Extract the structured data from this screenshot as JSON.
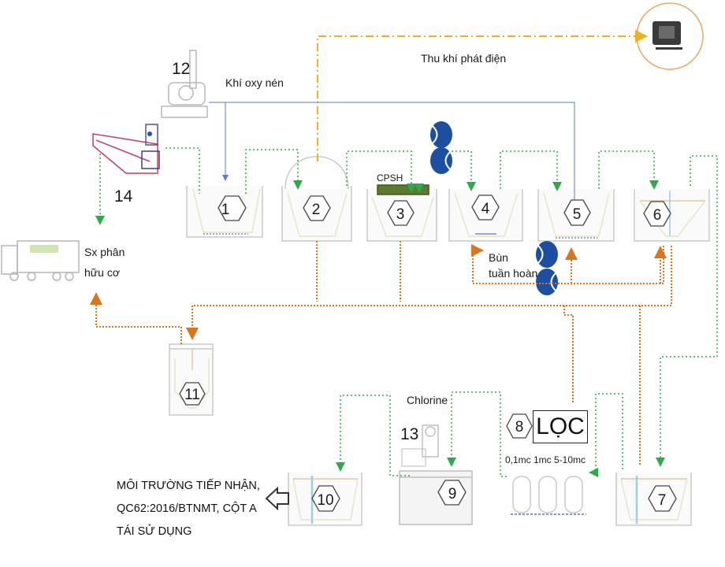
{
  "units": [
    {
      "id": "unit-1",
      "number": "1"
    },
    {
      "id": "unit-2",
      "number": "2"
    },
    {
      "id": "unit-3",
      "number": "3"
    },
    {
      "id": "unit-4",
      "number": "4"
    },
    {
      "id": "unit-5",
      "number": "5"
    },
    {
      "id": "unit-6",
      "number": "6"
    },
    {
      "id": "unit-7",
      "number": "7"
    },
    {
      "id": "unit-8",
      "number": "8"
    },
    {
      "id": "unit-9",
      "number": "9"
    },
    {
      "id": "unit-10",
      "number": "10"
    },
    {
      "id": "unit-11",
      "number": "11"
    },
    {
      "id": "unit-12",
      "number": "12"
    },
    {
      "id": "unit-13",
      "number": "13"
    },
    {
      "id": "unit-14",
      "number": "14"
    }
  ],
  "labels": {
    "biogas": "Thu khí phát điện",
    "oxygen": "Khí oxy nén",
    "cpsh": "CPSH",
    "sludge_return_1": "Bùn",
    "sludge_return_2": "tuần hoàn",
    "fertilizer_1": "Sx phân",
    "fertilizer_2": "hữu cơ",
    "chlorine": "Chlorine",
    "filter": "LỌC",
    "filter_sizes": "0,1mc  1mc  5-10mc",
    "receiving_1": "MÔI TRƯỜNG  TIẾP NHẬN,",
    "receiving_2": "QC62:2016/BTNMT, CỘT A",
    "receiving_3": "TÁI SỬ DỤNG"
  },
  "colors": {
    "water_flow": "#2eaa4a",
    "gas_flow": "#f0b020",
    "sludge_flow": "#d9741f",
    "air_flow": "#5b7fbf",
    "blower": "#1c4fa0",
    "tank_line": "#c9c9c9"
  }
}
